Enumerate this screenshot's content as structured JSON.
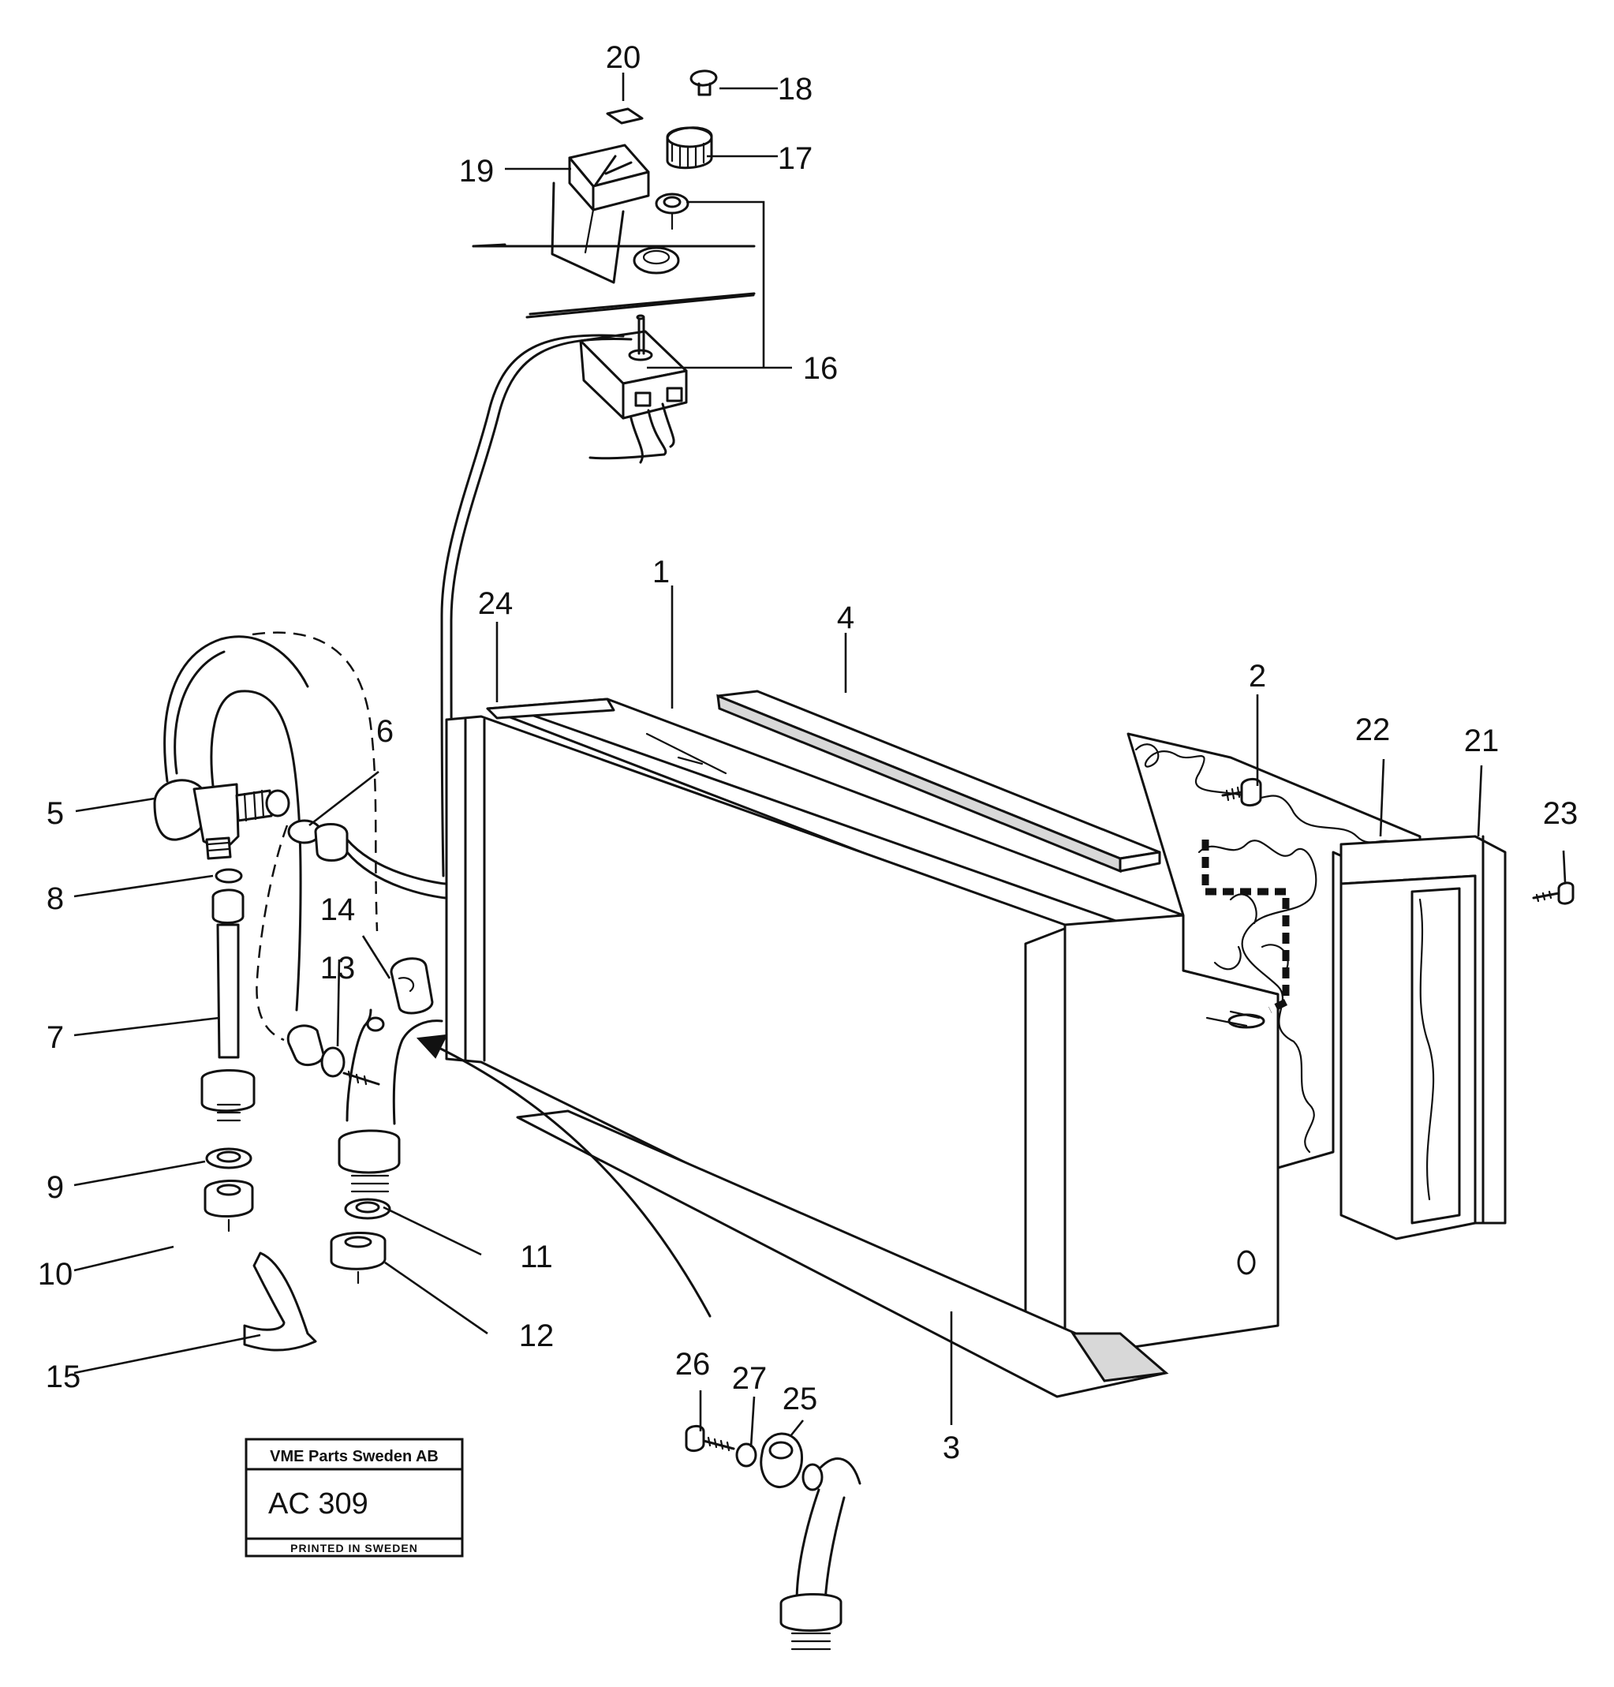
{
  "stamp": {
    "company": "VME Parts Sweden AB",
    "code": "AC 309",
    "printed": "PRINTED IN SWEDEN"
  },
  "callouts": [
    "1",
    "2",
    "3",
    "4",
    "5",
    "6",
    "7",
    "8",
    "9",
    "10",
    "11",
    "12",
    "13",
    "14",
    "15",
    "16",
    "17",
    "18",
    "19",
    "20",
    "21",
    "22",
    "23",
    "24",
    "25",
    "26",
    "27"
  ]
}
